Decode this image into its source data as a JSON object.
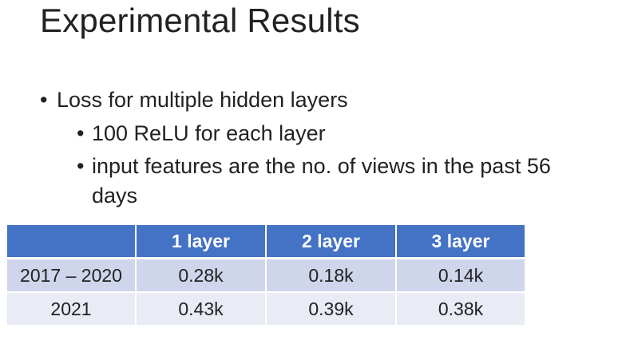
{
  "slide": {
    "title": "Experimental Results",
    "bullets": {
      "level1": "Loss for multiple hidden layers",
      "level2_a": "100 ReLU for each layer",
      "level2_b_line1": "input features are the no. of views in the past 56",
      "level2_b_line2": "days",
      "marker": "•"
    },
    "table": {
      "headers": [
        "",
        "1 layer",
        "2 layer",
        "3 layer"
      ],
      "rows": [
        [
          "2017 – 2020",
          "0.28k",
          "0.18k",
          "0.14k"
        ],
        [
          "2021",
          "0.43k",
          "0.39k",
          "0.38k"
        ]
      ]
    },
    "colors": {
      "header_bg": "#4472c4",
      "row_dark": "#cfd5ea",
      "row_light": "#e9ebf5",
      "text": "#222222"
    }
  }
}
